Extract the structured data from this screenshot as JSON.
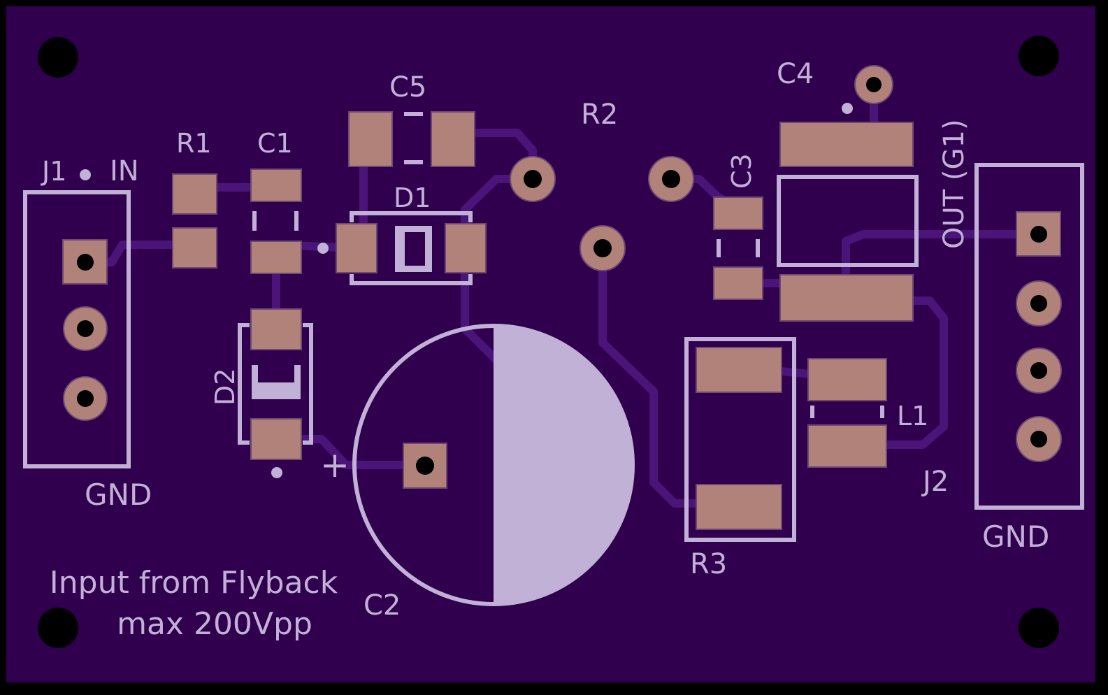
{
  "colors": {
    "outline": "#000000",
    "substrate": "#30004f",
    "trace": "#4a1478",
    "pad": "#b0827a",
    "pad_edge": "#6e4a70",
    "silk": "#c2b1d6",
    "hole": "#000000"
  },
  "silkscreen": {
    "j1": "J1",
    "in": "IN",
    "j1_gnd": "GND",
    "r1": "R1",
    "c1": "C1",
    "c5": "C5",
    "d1": "D1",
    "d2": "D2",
    "r2": "R2",
    "c4": "C4",
    "c3": "C3",
    "out": "OUT (G1)",
    "c2": "C2",
    "c2_polarity": "+",
    "r3": "R3",
    "l1": "L1",
    "j2": "J2",
    "j2_gnd": "GND",
    "note_line1": "Input from Flyback",
    "note_line2": "max 200Vpp"
  },
  "icons": {
    "mounting_hole": "mounting-hole-icon",
    "pin1_marker": "pin1-dot-icon"
  },
  "connectors": {
    "j1_pins": 3,
    "j2_pins": 4
  }
}
